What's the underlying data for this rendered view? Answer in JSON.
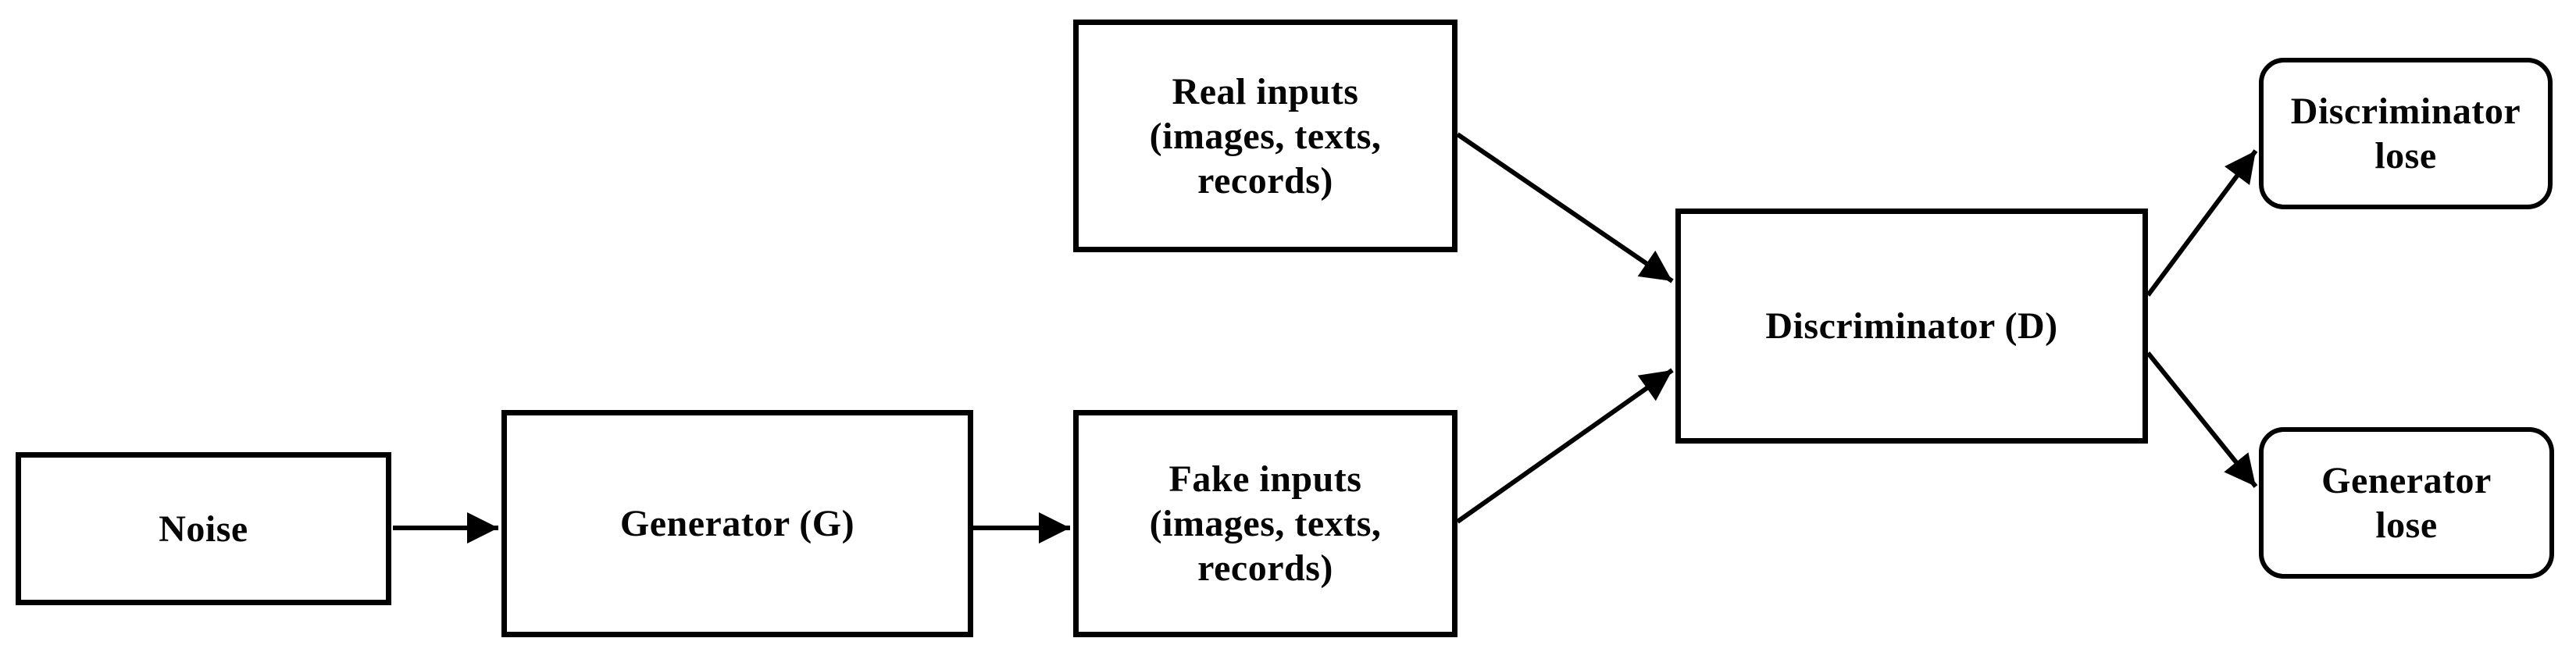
{
  "diagram": {
    "description": "Generative adversarial network (GAN) training flow diagram",
    "colors": {
      "background": "#ffffff",
      "node_fill": "#ffffff",
      "node_border": "#000000",
      "edge": "#000000",
      "text": "#050505"
    },
    "nodes": [
      {
        "id": "noise",
        "shape": "rectangle",
        "label": "Noise",
        "lines": [
          "Noise"
        ]
      },
      {
        "id": "generator",
        "shape": "rectangle",
        "label": "Generator (G)",
        "lines": [
          "Generator (G)"
        ]
      },
      {
        "id": "fake_inputs",
        "shape": "rectangle",
        "label": "Fake inputs (images, texts, records)",
        "lines": [
          "Fake inputs",
          "(images, texts,",
          "records)"
        ]
      },
      {
        "id": "real_inputs",
        "shape": "rectangle",
        "label": "Real inputs (images, texts, records)",
        "lines": [
          "Real inputs",
          "(images, texts,",
          "records)"
        ]
      },
      {
        "id": "discriminator",
        "shape": "rectangle",
        "label": "Discriminator (D)",
        "lines": [
          "Discriminator (D)"
        ]
      },
      {
        "id": "discriminator_lose",
        "shape": "rounded-rectangle",
        "label": "Discriminator lose",
        "lines": [
          "Discriminator",
          "lose"
        ]
      },
      {
        "id": "generator_lose",
        "shape": "rounded-rectangle",
        "label": "Generator lose",
        "lines": [
          "Generator",
          "lose"
        ]
      }
    ],
    "edges": [
      {
        "from": "noise",
        "to": "generator",
        "style": "arrow"
      },
      {
        "from": "generator",
        "to": "fake_inputs",
        "style": "arrow"
      },
      {
        "from": "real_inputs",
        "to": "discriminator",
        "style": "arrow"
      },
      {
        "from": "fake_inputs",
        "to": "discriminator",
        "style": "arrow"
      },
      {
        "from": "discriminator",
        "to": "discriminator_lose",
        "style": "arrow"
      },
      {
        "from": "discriminator",
        "to": "generator_lose",
        "style": "arrow"
      }
    ]
  }
}
